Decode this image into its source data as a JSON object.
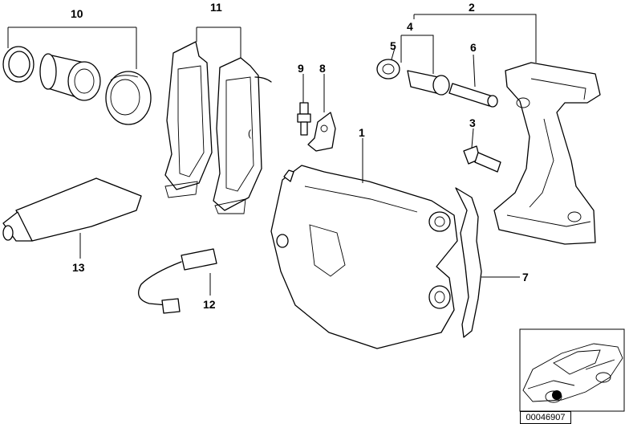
{
  "callouts": {
    "c1": "1",
    "c2": "2",
    "c3": "3",
    "c4": "4",
    "c5": "5",
    "c6": "6",
    "c7": "7",
    "c8": "8",
    "c9": "9",
    "c10": "10",
    "c11": "11",
    "c12": "12",
    "c13": "13"
  },
  "diagram_id": "00046907"
}
